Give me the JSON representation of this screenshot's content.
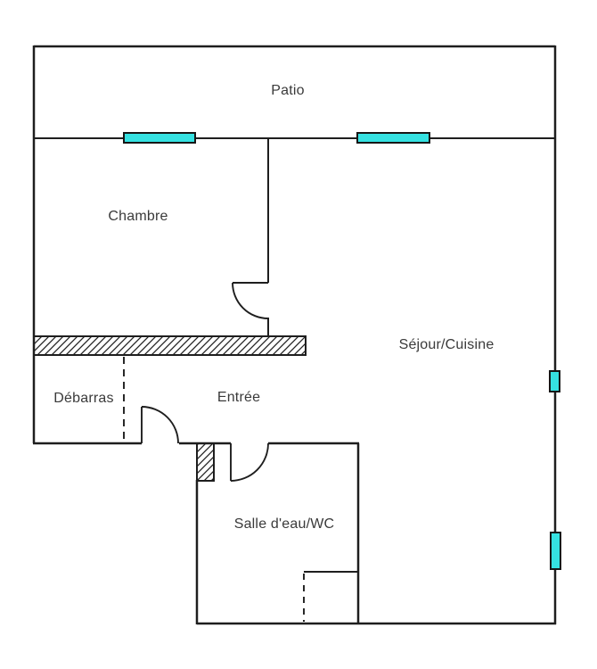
{
  "figure": {
    "type": "floor-plan",
    "description": "Apartment floor plan"
  },
  "rooms": {
    "patio": {
      "label": "Patio"
    },
    "chambre": {
      "label": "Chambre"
    },
    "sejour_cuisine": {
      "label": "Séjour/Cuisine"
    },
    "debarras": {
      "label": "Débarras"
    },
    "entree": {
      "label": "Entrée"
    },
    "salle_eau_wc": {
      "label": "Salle d'eau/WC"
    }
  },
  "colors": {
    "window_fill": "#35e1e1",
    "wall": "#1e1e1e",
    "label_text": "#3a3a3a",
    "background": "#ffffff"
  }
}
